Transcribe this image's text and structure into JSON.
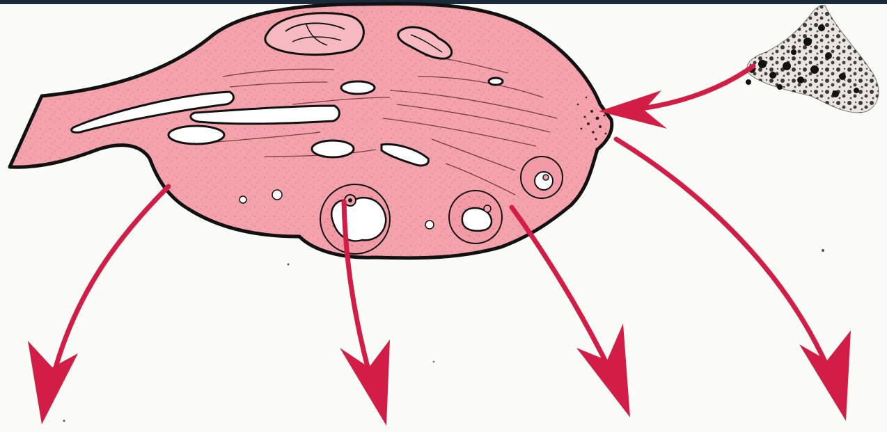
{
  "diagram": {
    "colors": {
      "tissue": "#f4a3ad",
      "outline": "#111111",
      "arrow": "#d21e46",
      "background": "#fbfbf8",
      "topbar": "#1a2a3a"
    },
    "elements": {
      "organ": "ovary-cross-section",
      "source": "granular-cell-cluster",
      "incoming_arrows": 1,
      "outgoing_arrows": 4
    }
  }
}
